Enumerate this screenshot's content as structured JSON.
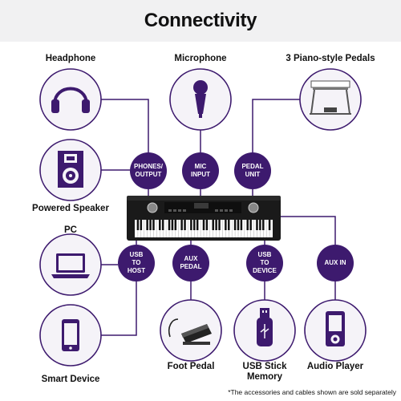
{
  "title": "Connectivity",
  "colors": {
    "purple": "#3d1a6e",
    "circle_fill": "#f5f3f8",
    "header_bg": "#f1f1f2"
  },
  "devices": {
    "headphone": {
      "label": "Headphone",
      "icon": "headphones-icon"
    },
    "microphone": {
      "label": "Microphone",
      "icon": "microphone-icon"
    },
    "pedals": {
      "label": "3 Piano-style Pedals",
      "icon": "pedal-unit-icon"
    },
    "speaker": {
      "label": "Powered Speaker",
      "icon": "speaker-icon"
    },
    "pc": {
      "label": "PC",
      "icon": "laptop-icon"
    },
    "smart_device": {
      "label": "Smart Device",
      "icon": "smartphone-icon"
    },
    "foot_pedal": {
      "label": "Foot Pedal",
      "icon": "foot-pedal-icon"
    },
    "usb_stick": {
      "label": "USB Stick\nMemory",
      "icon": "usb-stick-icon"
    },
    "audio_player": {
      "label": "Audio Player",
      "icon": "audio-player-icon"
    }
  },
  "ports": {
    "phones": "PHONES/\nOUTPUT",
    "mic": "MIC\nINPUT",
    "pedal_unit": "PEDAL\nUNIT",
    "usb_host": "USB\nTO\nHOST",
    "aux_pedal": "AUX\nPEDAL",
    "usb_device": "USB\nTO\nDEVICE",
    "aux_in": "AUX IN"
  },
  "disclaimer": "*The accessories and cables shown are sold separately"
}
